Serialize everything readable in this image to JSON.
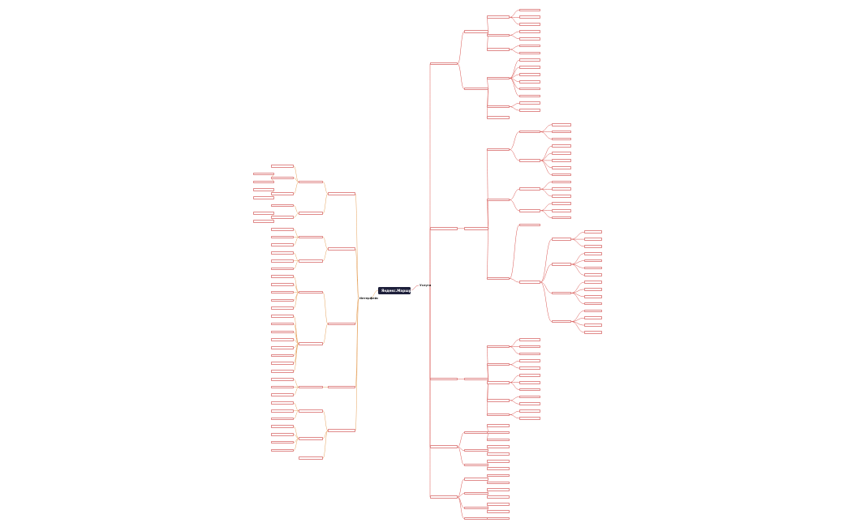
{
  "root": "Яндекс.Маршруты",
  "accent": "#e08a8a",
  "root_color": "#1d1f3a",
  "branch_colors": [
    "#d9534f",
    "#e6a15a"
  ],
  "right": {
    "label": "Услуги",
    "children": [
      {
        "label": "",
        "children": [
          {
            "label": "",
            "children": [
              {
                "label": "",
                "children": [
                  {
                    "label": ""
                  },
                  {
                    "label": ""
                  },
                  {
                    "label": ""
                  }
                ]
              },
              {
                "label": "",
                "children": [
                  {
                    "label": ""
                  },
                  {
                    "label": ""
                  }
                ]
              },
              {
                "label": "",
                "children": [
                  {
                    "label": ""
                  },
                  {
                    "label": ""
                  }
                ]
              }
            ]
          },
          {
            "label": "",
            "children": [
              {
                "label": "",
                "children": [
                  {
                    "label": ""
                  },
                  {
                    "label": ""
                  },
                  {
                    "label": ""
                  },
                  {
                    "label": ""
                  },
                  {
                    "label": ""
                  },
                  {
                    "label": ""
                  }
                ]
              },
              {
                "label": "",
                "children": [
                  {
                    "label": ""
                  },
                  {
                    "label": ""
                  }
                ]
              },
              {
                "label": ""
              }
            ]
          }
        ]
      },
      {
        "label": "",
        "children": [
          {
            "label": "",
            "children": [
              {
                "label": "",
                "children": [
                  {
                    "label": "",
                    "children": [
                      {
                        "label": ""
                      },
                      {
                        "label": ""
                      },
                      {
                        "label": ""
                      }
                    ]
                  },
                  {
                    "label": "",
                    "children": [
                      {
                        "label": ""
                      },
                      {
                        "label": ""
                      },
                      {
                        "label": ""
                      },
                      {
                        "label": ""
                      },
                      {
                        "label": ""
                      }
                    ]
                  }
                ]
              },
              {
                "label": "",
                "children": [
                  {
                    "label": "",
                    "children": [
                      {
                        "label": ""
                      },
                      {
                        "label": ""
                      },
                      {
                        "label": ""
                      }
                    ]
                  },
                  {
                    "label": "",
                    "children": [
                      {
                        "label": ""
                      },
                      {
                        "label": ""
                      },
                      {
                        "label": ""
                      }
                    ]
                  }
                ]
              },
              {
                "label": "",
                "children": [
                  {
                    "label": ""
                  },
                  {
                    "label": "",
                    "children": [
                      {
                        "label": "",
                        "children": [
                          {
                            "label": ""
                          },
                          {
                            "label": ""
                          },
                          {
                            "label": ""
                          }
                        ]
                      },
                      {
                        "label": "",
                        "children": [
                          {
                            "label": ""
                          },
                          {
                            "label": ""
                          },
                          {
                            "label": ""
                          },
                          {
                            "label": ""
                          }
                        ]
                      },
                      {
                        "label": "",
                        "children": [
                          {
                            "label": ""
                          },
                          {
                            "label": ""
                          },
                          {
                            "label": ""
                          },
                          {
                            "label": ""
                          }
                        ]
                      },
                      {
                        "label": "",
                        "children": [
                          {
                            "label": ""
                          },
                          {
                            "label": ""
                          },
                          {
                            "label": ""
                          },
                          {
                            "label": ""
                          }
                        ]
                      }
                    ]
                  }
                ]
              }
            ]
          }
        ]
      },
      {
        "label": "",
        "children": [
          {
            "label": "",
            "children": [
              {
                "label": "",
                "children": [
                  {
                    "label": ""
                  },
                  {
                    "label": ""
                  },
                  {
                    "label": ""
                  }
                ]
              },
              {
                "label": "",
                "children": [
                  {
                    "label": ""
                  },
                  {
                    "label": ""
                  }
                ]
              },
              {
                "label": "",
                "children": [
                  {
                    "label": ""
                  },
                  {
                    "label": ""
                  },
                  {
                    "label": ""
                  }
                ]
              },
              {
                "label": "",
                "children": [
                  {
                    "label": ""
                  },
                  {
                    "label": ""
                  }
                ]
              },
              {
                "label": "",
                "children": [
                  {
                    "label": ""
                  },
                  {
                    "label": ""
                  }
                ]
              }
            ]
          }
        ]
      },
      {
        "label": "",
        "children": [
          {
            "label": "",
            "children": [
              {
                "label": ""
              },
              {
                "label": ""
              },
              {
                "label": ""
              }
            ]
          },
          {
            "label": "",
            "children": [
              {
                "label": ""
              },
              {
                "label": ""
              }
            ]
          },
          {
            "label": "",
            "children": [
              {
                "label": ""
              },
              {
                "label": ""
              }
            ]
          }
        ]
      },
      {
        "label": "",
        "children": [
          {
            "label": "",
            "children": [
              {
                "label": ""
              },
              {
                "label": ""
              }
            ]
          },
          {
            "label": "",
            "children": [
              {
                "label": ""
              },
              {
                "label": ""
              }
            ]
          },
          {
            "label": "",
            "children": [
              {
                "label": ""
              },
              {
                "label": ""
              }
            ]
          },
          {
            "label": "",
            "children": [
              {
                "label": ""
              }
            ]
          }
        ]
      }
    ]
  },
  "left": {
    "label": "Интерфейс",
    "children": [
      {
        "label": "",
        "children": [
          {
            "label": "",
            "children": [
              {
                "label": ""
              },
              {
                "label": "",
                "children": [
                  {
                    "label": ""
                  },
                  {
                    "label": ""
                  }
                ]
              },
              {
                "label": "",
                "children": [
                  {
                    "label": ""
                  },
                  {
                    "label": ""
                  }
                ]
              }
            ]
          },
          {
            "label": "",
            "children": [
              {
                "label": ""
              },
              {
                "label": "",
                "children": [
                  {
                    "label": ""
                  },
                  {
                    "label": ""
                  }
                ]
              }
            ]
          }
        ]
      },
      {
        "label": "",
        "children": [
          {
            "label": "",
            "children": [
              {
                "label": ""
              },
              {
                "label": ""
              },
              {
                "label": ""
              }
            ]
          },
          {
            "label": "",
            "children": [
              {
                "label": ""
              },
              {
                "label": ""
              },
              {
                "label": ""
              }
            ]
          }
        ]
      },
      {
        "label": "",
        "children": [
          {
            "label": "",
            "children": [
              {
                "label": ""
              },
              {
                "label": ""
              },
              {
                "label": ""
              },
              {
                "label": ""
              },
              {
                "label": ""
              }
            ]
          },
          {
            "label": "",
            "children": [
              {
                "label": ""
              },
              {
                "label": ""
              },
              {
                "label": ""
              },
              {
                "label": ""
              },
              {
                "label": ""
              },
              {
                "label": ""
              },
              {
                "label": ""
              },
              {
                "label": ""
              }
            ]
          }
        ]
      },
      {
        "label": "",
        "children": [
          {
            "label": "",
            "children": [
              {
                "label": ""
              },
              {
                "label": ""
              },
              {
                "label": ""
              }
            ]
          }
        ]
      },
      {
        "label": "",
        "children": [
          {
            "label": "",
            "children": [
              {
                "label": ""
              },
              {
                "label": ""
              },
              {
                "label": ""
              }
            ]
          },
          {
            "label": "",
            "children": [
              {
                "label": ""
              },
              {
                "label": ""
              },
              {
                "label": ""
              },
              {
                "label": ""
              }
            ]
          },
          {
            "label": ""
          }
        ]
      }
    ]
  }
}
